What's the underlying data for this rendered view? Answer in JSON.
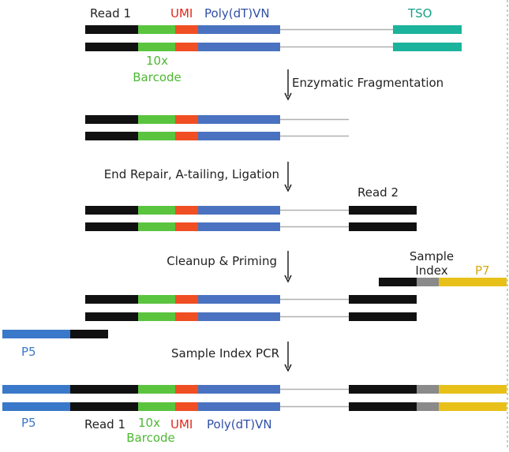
{
  "colors": {
    "black": "#111111",
    "green": "#5ac43f",
    "umi": "#f04e23",
    "polydt": "#4a72c0",
    "tso": "#1bb39c",
    "grey": "#8a8a8a",
    "yellow": "#e8c01a",
    "p5": "#3a78c9",
    "line": "#b0b0b0",
    "text": "#222222",
    "umi_text": "#e0281c",
    "polydt_text": "#3050a8",
    "tso_text": "#16a08a",
    "barcode_text": "#4cb832",
    "p7_text": "#d4aa10",
    "p5_text": "#3a78c9",
    "border": "#9a9a9a"
  },
  "labels": {
    "read1": "Read 1",
    "umi": "UMI",
    "polydt": "Poly(dT)VN",
    "tso": "TSO",
    "barcode_line1": "10x",
    "barcode_line2": "Barcode",
    "read2": "Read 2",
    "sample_index_line1": "Sample",
    "sample_index_line2": "Index",
    "p7": "P7",
    "p5_top": "P5",
    "p5_bottom": "P5",
    "read1_bottom": "Read 1",
    "barcode_bottom_line1": "10x",
    "barcode_bottom_line2": "Barcode",
    "umi_bottom": "UMI",
    "polydt_bottom": "Poly(dT)VN"
  },
  "steps": [
    "Enzymatic Fragmentation",
    "End Repair, A-tailing, Ligation",
    "Cleanup & Priming",
    "Sample Index PCR"
  ]
}
